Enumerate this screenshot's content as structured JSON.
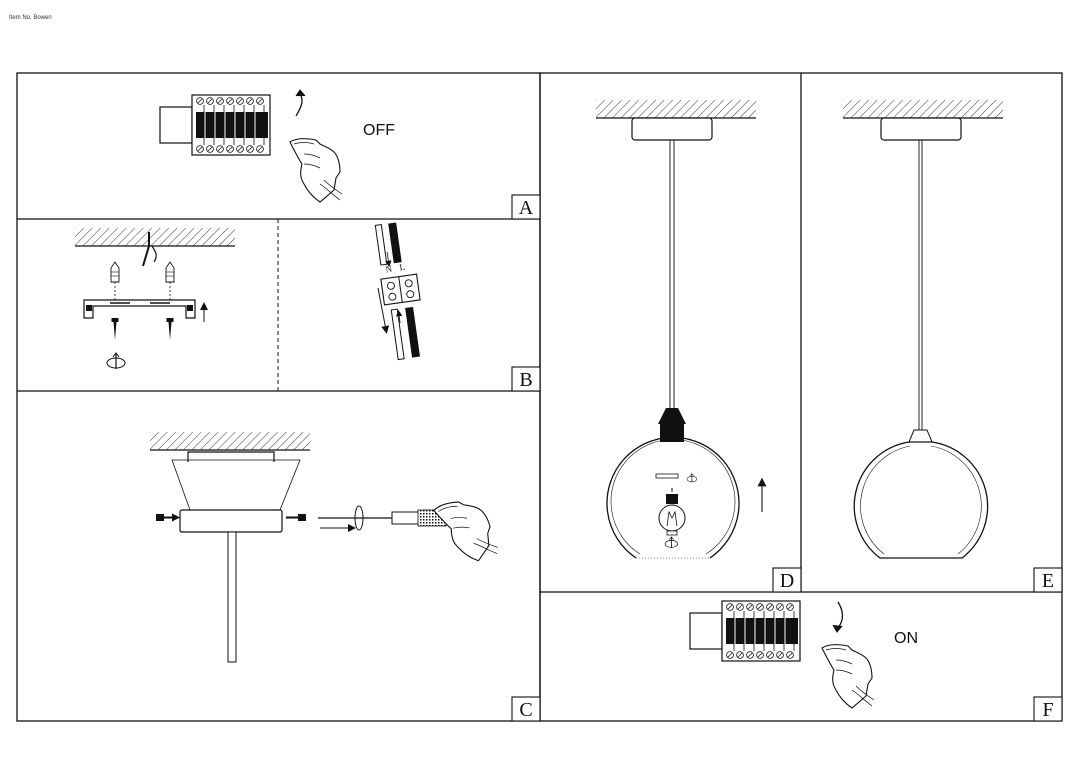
{
  "header": {
    "item_no": "Item No. Bowen"
  },
  "panels": {
    "A": {
      "letter": "A",
      "switch_label": "OFF"
    },
    "B": {
      "letter": "B",
      "neutral": "N",
      "live": "L"
    },
    "C": {
      "letter": "C"
    },
    "D": {
      "letter": "D"
    },
    "E": {
      "letter": "E"
    },
    "F": {
      "letter": "F",
      "switch_label": "ON"
    }
  },
  "icons": [
    "circuit-breaker-icon",
    "hand-icon",
    "ceiling-icon",
    "screw-icon",
    "wall-plug-icon",
    "mounting-bracket-icon",
    "rotate-icon",
    "terminal-block-icon",
    "screwdriver-icon",
    "canopy-icon",
    "lamp-socket-icon",
    "bulb-icon",
    "glass-globe-icon",
    "up-arrow-icon",
    "down-arrow-icon"
  ]
}
